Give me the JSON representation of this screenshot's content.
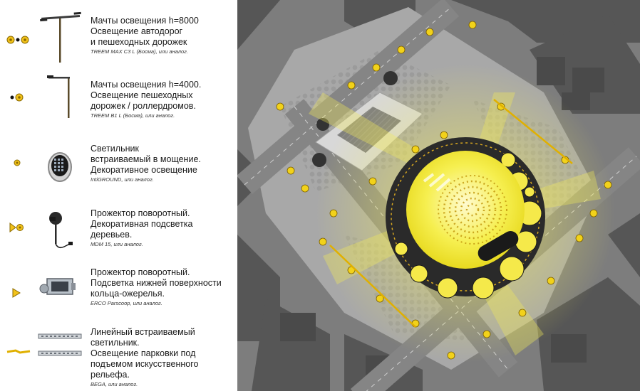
{
  "legend": [
    {
      "lines": [
        "Мачты освещения h=8000",
        "Освещение автодорог",
        "и пешеходных дорожек"
      ],
      "spec": "TREEM MAX C3 L (Босма), или аналог.",
      "symbol_icon": "double-lamp-dot-icon",
      "product_icon": "tall-pole-icon"
    },
    {
      "lines": [
        "Мачты освещения h=4000.",
        "Освещение пешеходных",
        "дорожек / роллердромов."
      ],
      "spec": "TREEM B1 L (Босма), или аналог.",
      "symbol_icon": "single-lamp-dot-icon",
      "product_icon": "short-pole-icon"
    },
    {
      "lines": [
        "Светильник",
        "встраиваемый в мощение.",
        "Декоративное освещение"
      ],
      "spec": "IntiGROUND, или аналог.",
      "symbol_icon": "small-lamp-icon",
      "product_icon": "inground-light-icon"
    },
    {
      "lines": [
        "Прожектор поворотный.",
        "Декоративная подсветка",
        "деревьев."
      ],
      "spec": "MDM 15, или аналог.",
      "symbol_icon": "spot-tree-icon",
      "product_icon": "spike-spotlight-icon"
    },
    {
      "lines": [
        "Прожектор поворотный.",
        "Подсветка нижней поверхности",
        "кольца-ожерелья."
      ],
      "spec": "ERCO Parscoop, или аналог.",
      "symbol_icon": "triangle-spot-icon",
      "product_icon": "parscoop-spotlight-icon"
    },
    {
      "lines": [
        "Линейный встраиваемый",
        "светильник.",
        "Освещение парковки под",
        "подъемом искусственного",
        "рельефа."
      ],
      "spec": "BEGA, или аналог.",
      "symbol_icon": "linear-light-icon",
      "product_icon": "linear-fixture-icon"
    }
  ],
  "colors": {
    "accent": "#f2df2a",
    "glow": "#f7f06a",
    "road": "#8b8b8b",
    "block": "#5a5a5a",
    "plaza": "#b6b6b6",
    "ring": "#2a2a2a"
  }
}
